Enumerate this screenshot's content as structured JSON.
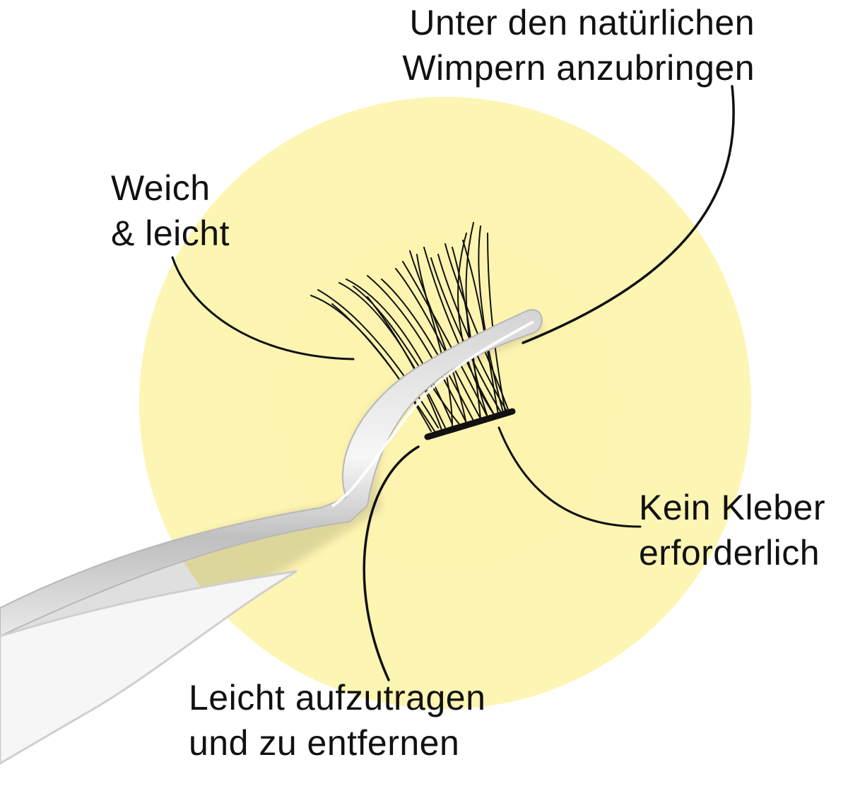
{
  "diagram": {
    "background_color": "#ffffff",
    "accent_circle_color": "#fdf5b0",
    "line_color": "#111111",
    "product": "tweezers-holding-lash-cluster",
    "callouts": [
      {
        "id": "under-natural-lashes",
        "lines": [
          "Unter den natürlichen",
          "Wimpern anzubringen"
        ]
      },
      {
        "id": "soft-light",
        "lines": [
          "Weich",
          "& leicht"
        ]
      },
      {
        "id": "no-glue",
        "lines": [
          "Kein Kleber",
          "erforderlich"
        ]
      },
      {
        "id": "easy-apply-remove",
        "lines": [
          "Leicht aufzutragen",
          "und zu entfernen"
        ]
      }
    ]
  }
}
